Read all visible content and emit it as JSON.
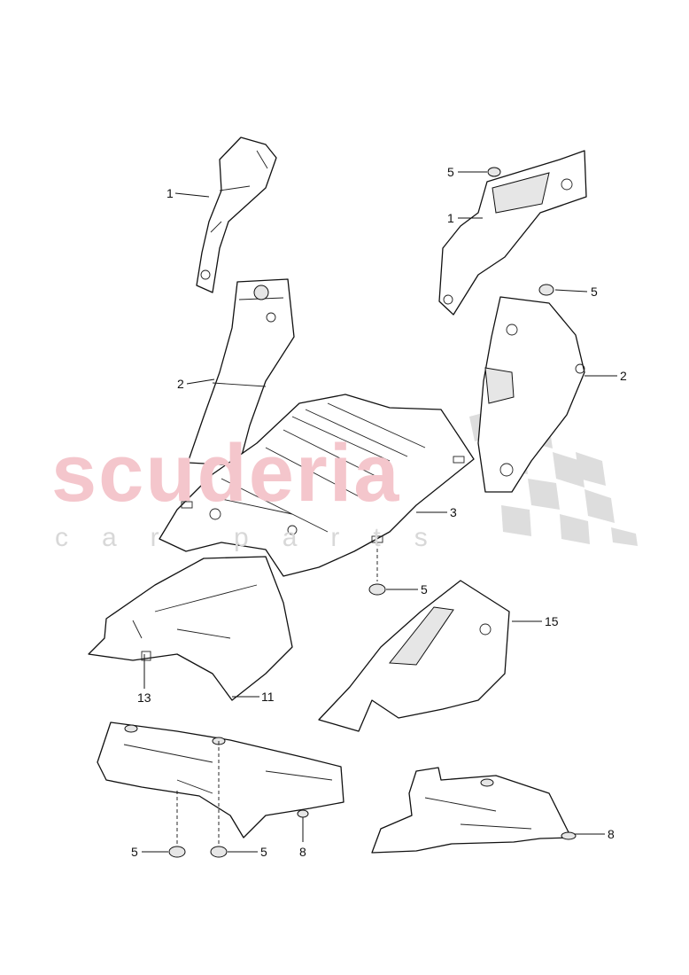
{
  "watermark": {
    "brand": "scuderia",
    "sub": "car parts",
    "brand_color": "#f4c6cc",
    "flag_color": "#d5d5d5"
  },
  "callouts": [
    {
      "id": "c1a",
      "number": "1"
    },
    {
      "id": "c5a",
      "number": "5"
    },
    {
      "id": "c1b",
      "number": "1"
    },
    {
      "id": "c5b",
      "number": "5"
    },
    {
      "id": "c2a",
      "number": "2"
    },
    {
      "id": "c2b",
      "number": "2"
    },
    {
      "id": "c3",
      "number": "3"
    },
    {
      "id": "c5c",
      "number": "5"
    },
    {
      "id": "c15",
      "number": "15"
    },
    {
      "id": "c13",
      "number": "13"
    },
    {
      "id": "c11",
      "number": "11"
    },
    {
      "id": "c5d",
      "number": "5"
    },
    {
      "id": "c5e",
      "number": "5"
    },
    {
      "id": "c8a",
      "number": "8"
    },
    {
      "id": "c8b",
      "number": "8"
    }
  ]
}
